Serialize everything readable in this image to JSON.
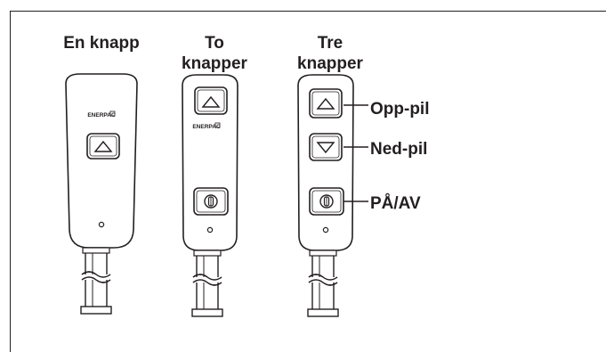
{
  "columns": [
    {
      "title_lines": [
        "En knapp"
      ]
    },
    {
      "title_lines": [
        "To",
        "knapper"
      ]
    },
    {
      "title_lines": [
        "Tre",
        "knapper"
      ]
    }
  ],
  "brand": {
    "logo_text": "ENERPAC"
  },
  "callouts": {
    "up": "Opp-pil",
    "down": "Ned-pil",
    "power": "PÅ/AV"
  },
  "colors": {
    "ink": "#231f20",
    "background": "#ffffff"
  },
  "icons": {
    "up": "triangle-up-icon",
    "down": "triangle-down-icon",
    "power": "power-switch-icon"
  }
}
